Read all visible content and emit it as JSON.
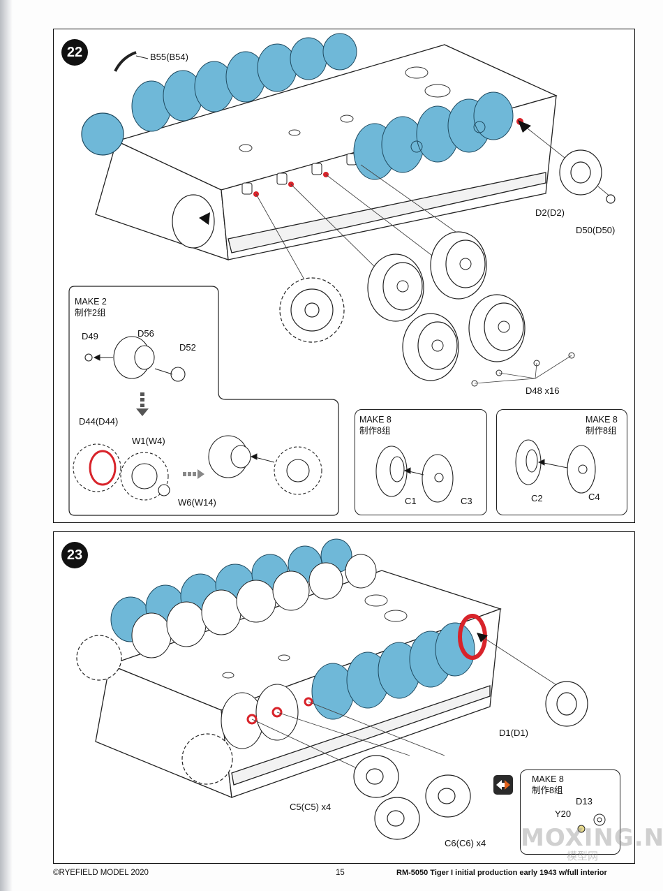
{
  "step22": {
    "number": "22",
    "labels": {
      "b55": "B55(B54)",
      "d2": "D2(D2)",
      "d50": "D50(D50)",
      "d48": "D48  x16"
    },
    "make2": {
      "title": "MAKE 2",
      "title_cn": "制作2组",
      "d49": "D49",
      "d56": "D56",
      "d52": "D52",
      "d44": "D44(D44)",
      "w1": "W1(W4)",
      "w6": "W6(W14)"
    },
    "make8_c1": {
      "title": "MAKE 8",
      "title_cn": "制作8组",
      "c1": "C1",
      "c3": "C3"
    },
    "make8_c2": {
      "title": "MAKE 8",
      "title_cn": "制作8组",
      "c2": "C2",
      "c4": "C4"
    }
  },
  "step23": {
    "number": "23",
    "labels": {
      "d1": "D1(D1)",
      "c5": "C5(C5)  x4",
      "c6": "C6(C6)  x4"
    },
    "make8": {
      "title": "MAKE 8",
      "title_cn": "制作8组",
      "d13": "D13",
      "y20": "Y20"
    }
  },
  "footer": {
    "copyright": "©RYEFIELD MODEL 2020",
    "page": "15",
    "product": "RM-5050 Tiger I initial production early 1943 w/full interior"
  },
  "watermark": {
    "main": "MOXING.NET",
    "sub": "模型网"
  },
  "colors": {
    "wheel_blue": "#6fb8d8",
    "highlight_red": "#d8232a"
  },
  "icons": [
    "swap-icon"
  ]
}
